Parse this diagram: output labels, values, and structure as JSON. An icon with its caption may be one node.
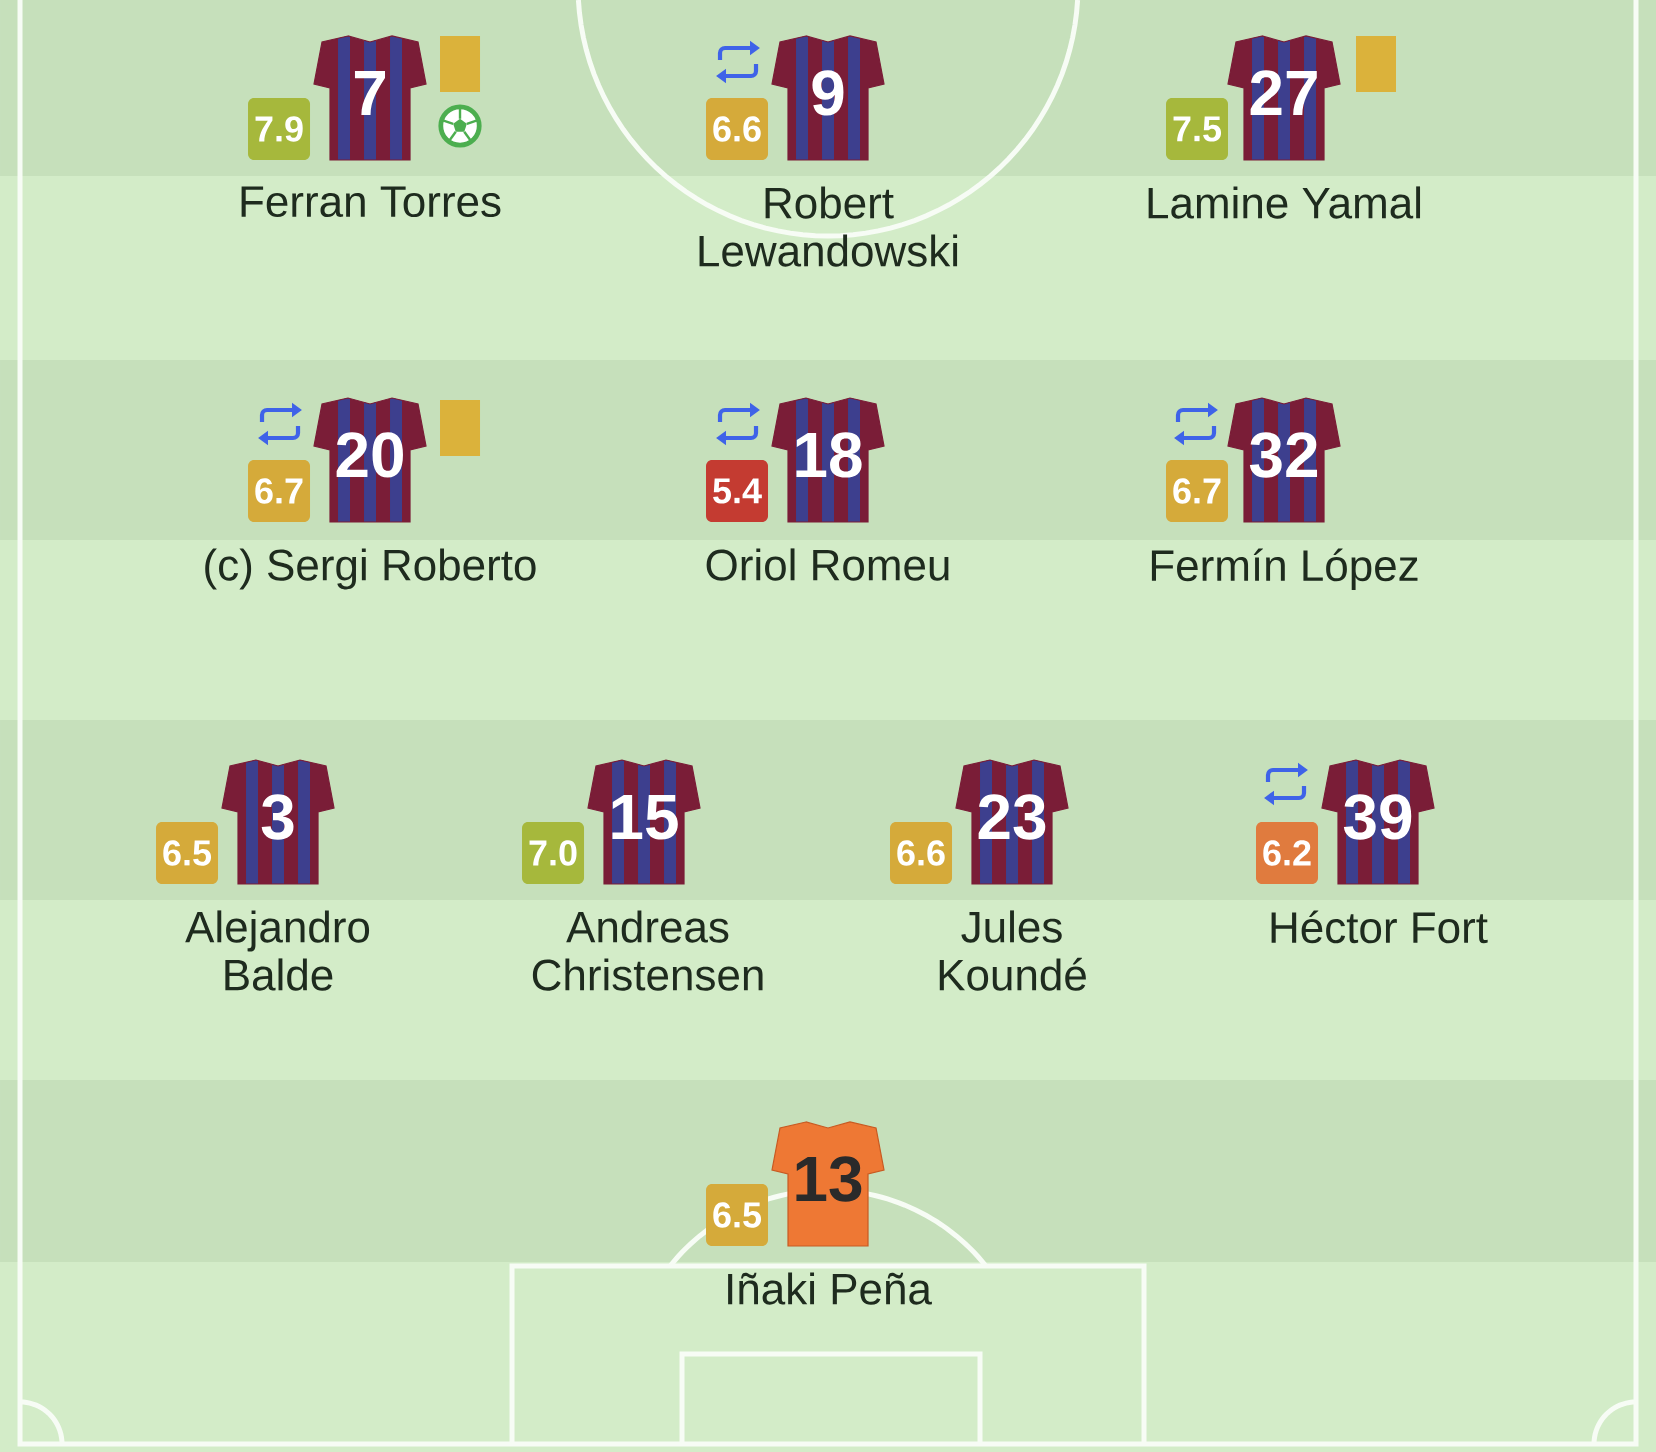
{
  "diagram": {
    "nodes": [
      {
        "text": [
          "7.9"
        ]
      },
      {
        "text": [
          "7"
        ],
        "beside": [
          "Ferran Torres"
        ]
      },
      {
        "text": [
          "6.6"
        ]
      },
      {
        "text": [
          "9"
        ],
        "beside": [
          "Robert Lewandowski"
        ]
      },
      {
        "text": [
          "7.5"
        ]
      },
      {
        "text": [
          "27"
        ],
        "beside": [
          "Lamine Yamal"
        ]
      },
      {
        "text": [
          "6.7"
        ]
      },
      {
        "text": [
          "20"
        ],
        "beside": [
          "(c) Sergi Roberto"
        ]
      },
      {
        "text": [
          "5.4"
        ]
      },
      {
        "text": [
          "18"
        ],
        "beside": [
          "Oriol Romeu"
        ]
      },
      {
        "text": [
          "6.7"
        ]
      },
      {
        "text": [
          "32"
        ],
        "beside": [
          "Fermín López"
        ]
      },
      {
        "text": [
          "6.5"
        ]
      },
      {
        "text": [
          "3"
        ],
        "beside": [
          "Alejandro Balde"
        ]
      },
      {
        "text": [
          "7.0"
        ]
      },
      {
        "text": [
          "15"
        ],
        "beside": [
          "Andreas Christensen"
        ]
      },
      {
        "text": [
          "6.6"
        ]
      },
      {
        "text": [
          "23"
        ],
        "beside": [
          "Jules Koundé"
        ]
      },
      {
        "text": [
          "6.2"
        ]
      },
      {
        "text": [
          "39"
        ],
        "beside": [
          "Héctor Fort"
        ]
      },
      {
        "text": [
          "6.5"
        ]
      },
      {
        "text": [
          "13"
        ],
        "beside": [
          "Iñaki Peña"
        ]
      }
    ]
  }
}
